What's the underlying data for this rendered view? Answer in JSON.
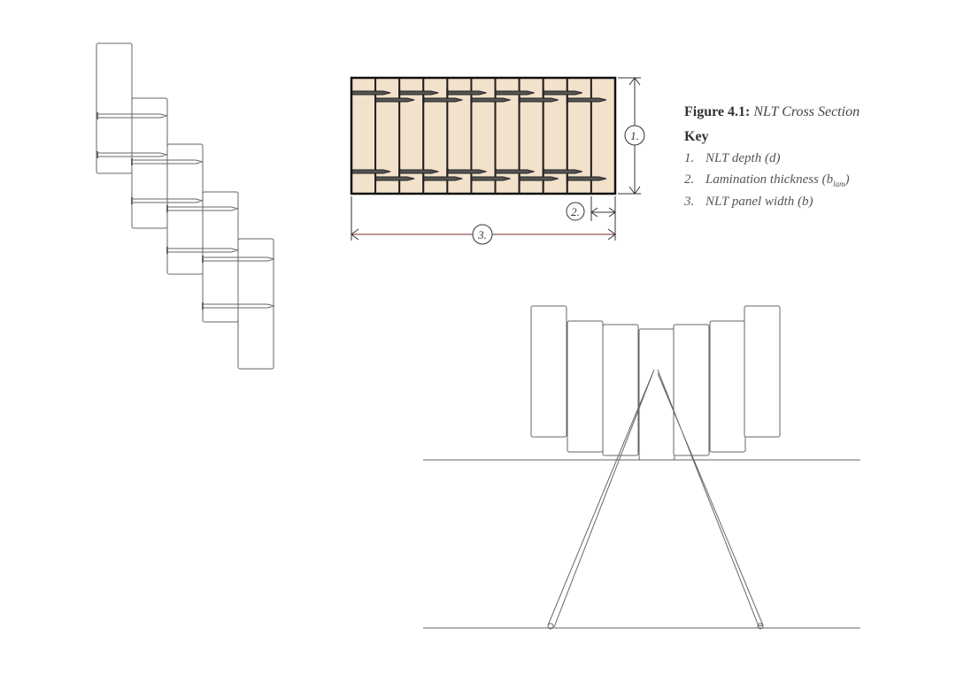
{
  "figure": {
    "label": "Figure 4.1:",
    "title": "NLT Cross Section",
    "key_heading": "Key",
    "key_items": [
      {
        "num": "1.",
        "text": "NLT depth (d)"
      },
      {
        "num": "2.",
        "text": "Lamination thickness (b",
        "subscript": "lam",
        "suffix": ")"
      },
      {
        "num": "3.",
        "text": "NLT panel width (b)"
      }
    ]
  },
  "dimension_markers": [
    "1.",
    "2.",
    "3."
  ],
  "colors": {
    "wood": "#f2e1cb",
    "outline": "#222222",
    "sketch": "#666666",
    "dimension": "#7a2a2a"
  },
  "lamination_count": 11
}
